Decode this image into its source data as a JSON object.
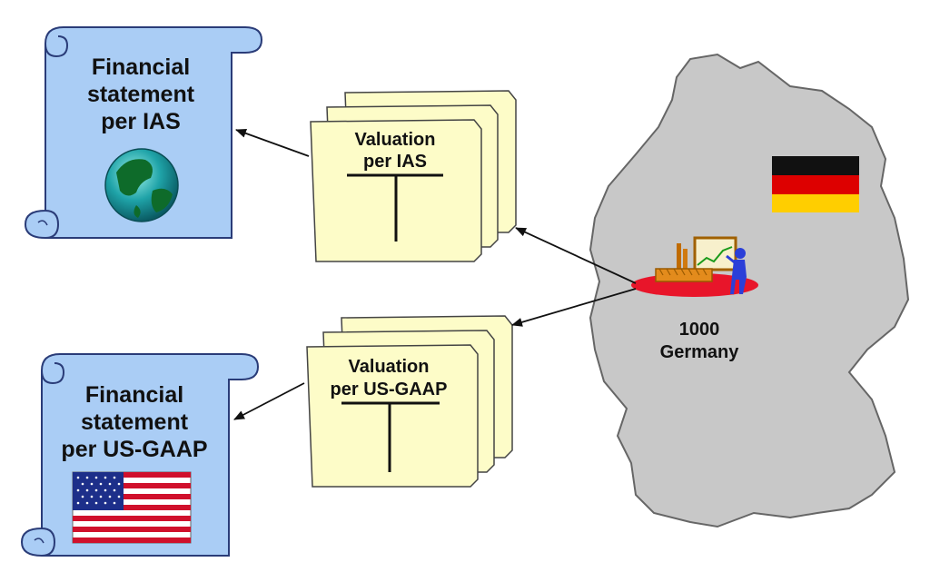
{
  "scrolls": {
    "ias": {
      "lines": [
        "Financial",
        "statement",
        "per IAS"
      ],
      "emblem": "globe-icon"
    },
    "usgaap": {
      "lines": [
        "Financial",
        "statement",
        "per US-GAAP"
      ],
      "emblem": "us-flag-icon"
    }
  },
  "ledgers": {
    "ias": {
      "lines": [
        "Valuation",
        "per IAS"
      ]
    },
    "usgaap": {
      "lines": [
        "Valuation",
        "per US-GAAP"
      ]
    }
  },
  "company": {
    "code": "1000",
    "country": "Germany",
    "map": "germany-map-icon",
    "flag": "german-flag-icon",
    "workstation": "workstation-icon"
  },
  "colors": {
    "scroll_fill": "#aacdf5",
    "ledger_fill": "#fdfcc8",
    "map_fill": "#c8c8c8",
    "platform": "#e8152a",
    "black": "#111111"
  }
}
